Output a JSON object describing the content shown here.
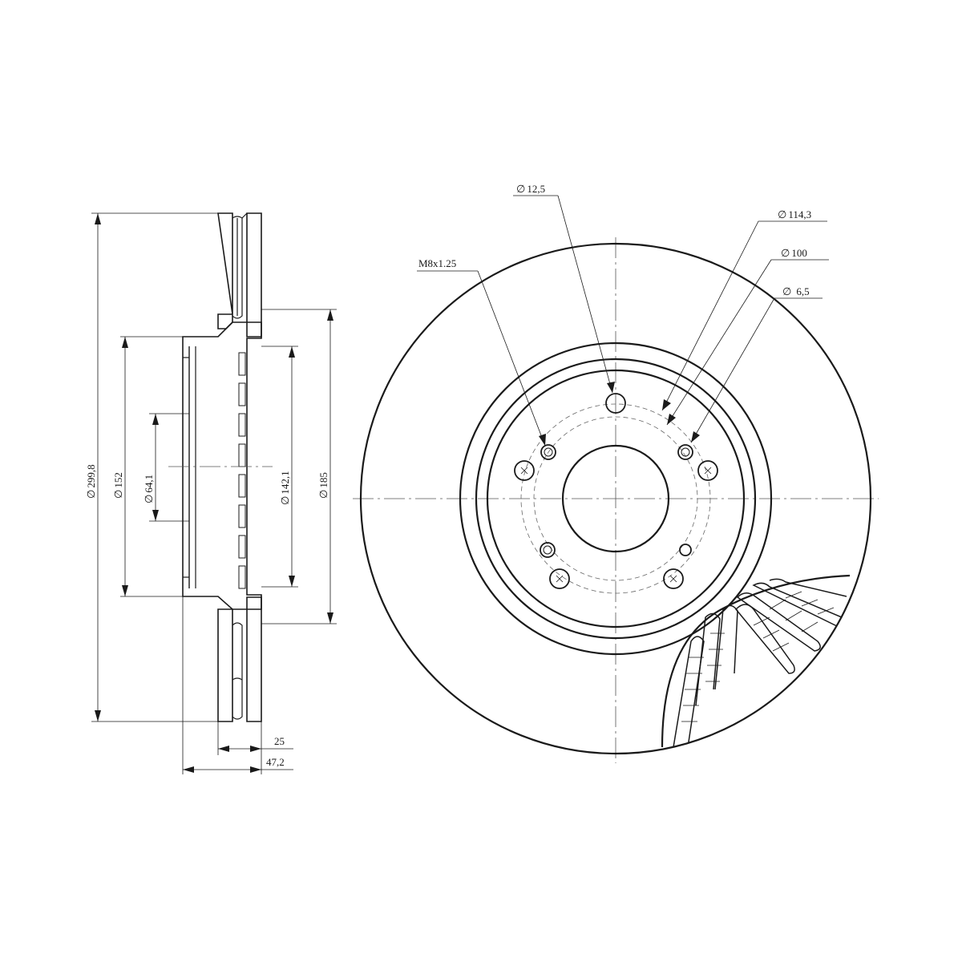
{
  "side_view": {
    "dim_outer_diameter": "299,8",
    "dim_hub_outer": "152",
    "dim_center_bore": "64,1",
    "dim_hub_inner": "142,1",
    "dim_friction_inner": "185",
    "dim_disc_thickness": "25",
    "dim_total_height": "47,2",
    "diameter_symbol": "∅"
  },
  "front_view": {
    "label_stud_hole": "12,5",
    "label_pcd": "114,3",
    "label_pitch_inner": "100",
    "label_small_hole": "6,5",
    "label_thread": "M8x1.25",
    "diameter_symbol": "∅"
  }
}
